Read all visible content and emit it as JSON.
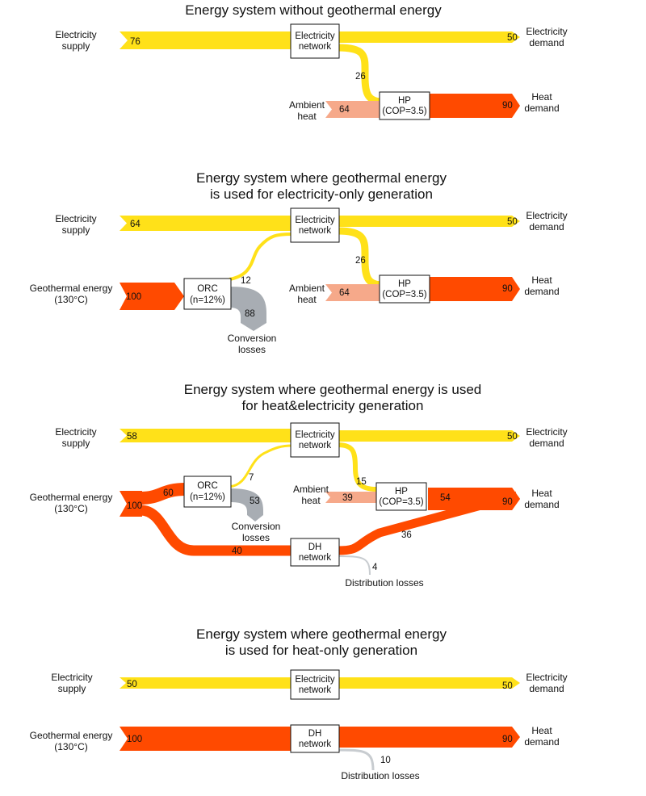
{
  "colors": {
    "electricity": "#ffe119",
    "heat": "#ff4a00",
    "ambient": "#f6a98a",
    "losses": "#a8adb3",
    "distribution_loss": "#c8ccd0"
  },
  "panels": [
    {
      "title": "Energy system without geothermal energy",
      "labels": {
        "electricity_supply": [
          "Electricity",
          "supply"
        ],
        "electricity_demand": [
          "Electricity",
          "demand"
        ],
        "ambient_heat": [
          "Ambient",
          "heat"
        ],
        "heat_demand": [
          "Heat",
          "demand"
        ]
      },
      "nodes": {
        "electricity_network": [
          "Electricity",
          "network"
        ],
        "hp": [
          "HP",
          "(COP=3.5)"
        ]
      },
      "values": {
        "electricity_supply": "76",
        "electricity_demand": "50",
        "to_hp": "26",
        "ambient_heat": "64",
        "heat_demand": "90"
      }
    },
    {
      "title": [
        "Energy system where geothermal energy",
        "is used for electricity-only generation"
      ],
      "labels": {
        "electricity_supply": [
          "Electricity",
          "supply"
        ],
        "electricity_demand": [
          "Electricity",
          "demand"
        ],
        "geothermal": [
          "Geothermal energy",
          "(130°C)"
        ],
        "ambient_heat": [
          "Ambient",
          "heat"
        ],
        "heat_demand": [
          "Heat",
          "demand"
        ],
        "conversion_losses": [
          "Conversion",
          "losses"
        ]
      },
      "nodes": {
        "electricity_network": [
          "Electricity",
          "network"
        ],
        "orc": [
          "ORC",
          "(n=12%)"
        ],
        "hp": [
          "HP",
          "(COP=3.5)"
        ]
      },
      "values": {
        "electricity_supply": "64",
        "electricity_demand": "50",
        "geothermal": "100",
        "orc_electricity": "12",
        "conversion_losses": "88",
        "to_hp": "26",
        "ambient_heat": "64",
        "heat_demand": "90"
      }
    },
    {
      "title": [
        "Energy system where geothermal energy is used",
        "for heat&electricity generation"
      ],
      "labels": {
        "electricity_supply": [
          "Electricity",
          "supply"
        ],
        "electricity_demand": [
          "Electricity",
          "demand"
        ],
        "geothermal": [
          "Geothermal energy",
          "(130°C)"
        ],
        "ambient_heat": [
          "Ambient",
          "heat"
        ],
        "heat_demand": [
          "Heat",
          "demand"
        ],
        "conversion_losses": [
          "Conversion",
          "losses"
        ],
        "distribution_losses": "Distribution losses"
      },
      "nodes": {
        "electricity_network": [
          "Electricity",
          "network"
        ],
        "orc": [
          "ORC",
          "(n=12%)"
        ],
        "hp": [
          "HP",
          "(COP=3.5)"
        ],
        "dh": [
          "DH",
          "network"
        ]
      },
      "values": {
        "electricity_supply": "58",
        "electricity_demand": "50",
        "geothermal": "100",
        "to_orc": "60",
        "orc_electricity": "7",
        "conversion_losses": "53",
        "to_dh": "40",
        "dh_to_heat": "36",
        "distribution_losses": "4",
        "to_hp": "15",
        "ambient_heat": "39",
        "hp_heat": "54",
        "heat_demand": "90"
      }
    },
    {
      "title": [
        "Energy system where geothermal energy",
        "is used for heat-only generation"
      ],
      "labels": {
        "electricity_supply": [
          "Electricity",
          "supply"
        ],
        "electricity_demand": [
          "Electricity",
          "demand"
        ],
        "geothermal": [
          "Geothermal energy",
          "(130°C)"
        ],
        "heat_demand": [
          "Heat",
          "demand"
        ],
        "distribution_losses": "Distribution losses"
      },
      "nodes": {
        "electricity_network": [
          "Electricity",
          "network"
        ],
        "dh": [
          "DH",
          "network"
        ]
      },
      "values": {
        "electricity_supply": "50",
        "electricity_demand": "50",
        "geothermal": "100",
        "heat_demand": "90",
        "distribution_losses": "10"
      }
    }
  ]
}
